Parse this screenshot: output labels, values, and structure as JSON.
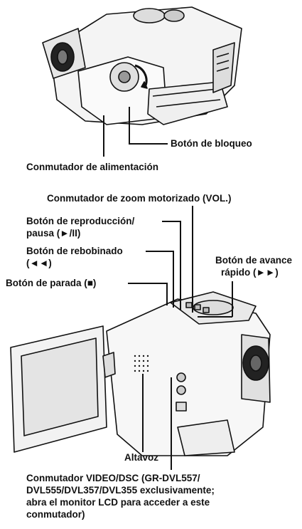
{
  "labels": {
    "lock_button": "Botón de bloqueo",
    "power_switch": "Conmutador de alimentación",
    "zoom_switch": "Conmutador de zoom motorizado (VOL.)",
    "play_pause_line1": "Botón de reproducción/",
    "play_pause_line2": "pausa (►/II)",
    "rewind_line1": "Botón de rebobinado",
    "rewind_line2": "(◄◄)",
    "fast_forward_line1": "Botón de avance",
    "fast_forward_line2": "rápido (►►)",
    "stop_button": "Botón de parada (■)",
    "speaker": "Altavoz",
    "video_dsc_line1": "Conmutador VIDEO/DSC (GR-DVL557/",
    "video_dsc_line2": "DVL555/DVL357/DVL355 exclusivamente;",
    "video_dsc_line3": "abra el monitor LCD para acceder a este",
    "video_dsc_line4": "conmutador)"
  }
}
